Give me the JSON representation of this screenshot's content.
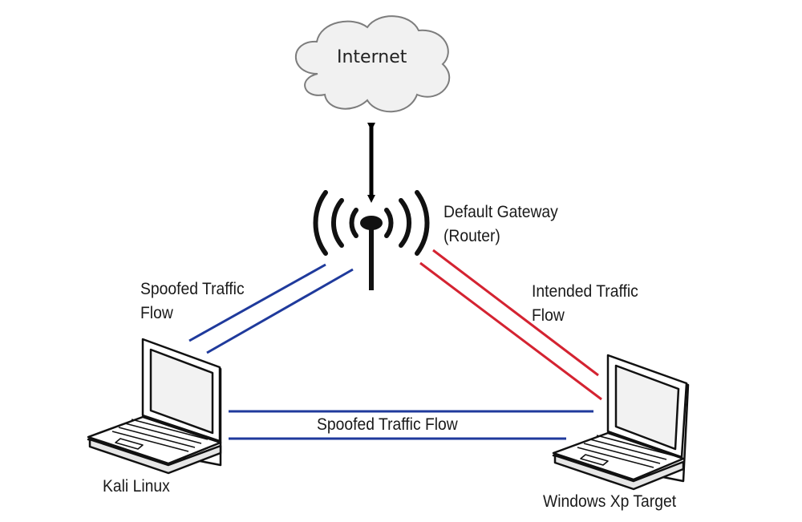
{
  "nodes": {
    "internet": {
      "label": "Internet",
      "icon": "cloud-icon"
    },
    "router": {
      "label_line1": "Default Gateway",
      "label_line2": "(Router)",
      "icon": "wireless-router-icon"
    },
    "attacker": {
      "label": "Kali Linux",
      "icon": "laptop-icon"
    },
    "target": {
      "label": "Windows Xp Target",
      "icon": "laptop-icon"
    }
  },
  "links": {
    "internet_router": {
      "style": "bidirectional-arrow",
      "color": "#000000"
    },
    "attacker_router": {
      "label_line1": "Spoofed Traffic",
      "label_line2": "Flow",
      "color": "#1f3a9c",
      "lines": 2
    },
    "router_target": {
      "label_line1": "Intended Traffic",
      "label_line2": "Flow",
      "color": "#d42331",
      "lines": 2
    },
    "attacker_target": {
      "label": "Spoofed Traffic Flow",
      "color": "#1f3a9c",
      "lines": 2
    }
  }
}
